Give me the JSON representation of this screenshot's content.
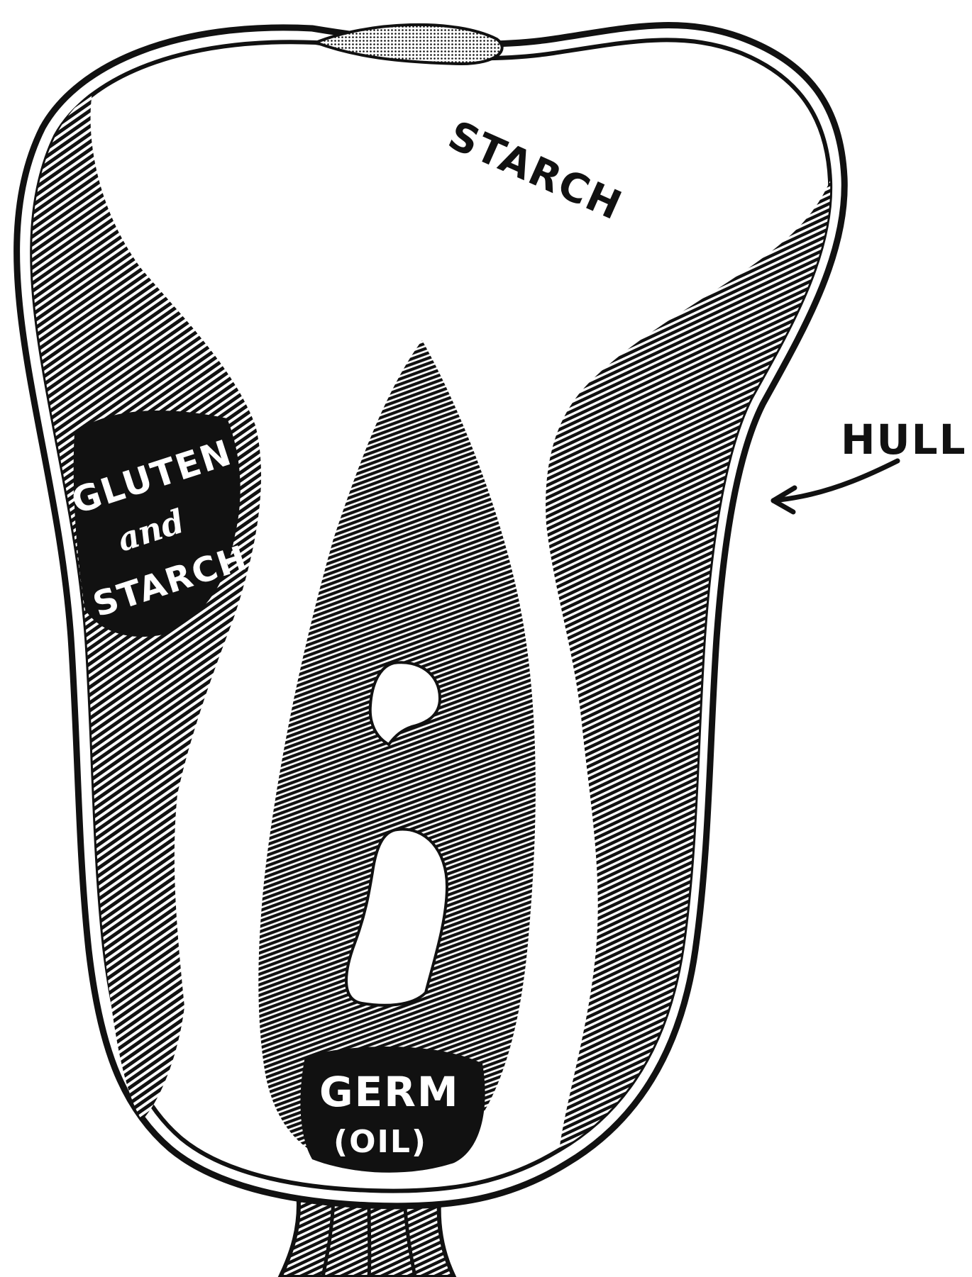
{
  "labels": {
    "starch": "STARCH",
    "hull": "HULL",
    "gluten_line1": "GLUTEN",
    "gluten_line2": "and",
    "gluten_line3": "STARCH",
    "germ_line1": "GERM",
    "germ_line2": "(OIL)"
  },
  "colors": {
    "ink": "#111111",
    "paper": "#ffffff"
  }
}
